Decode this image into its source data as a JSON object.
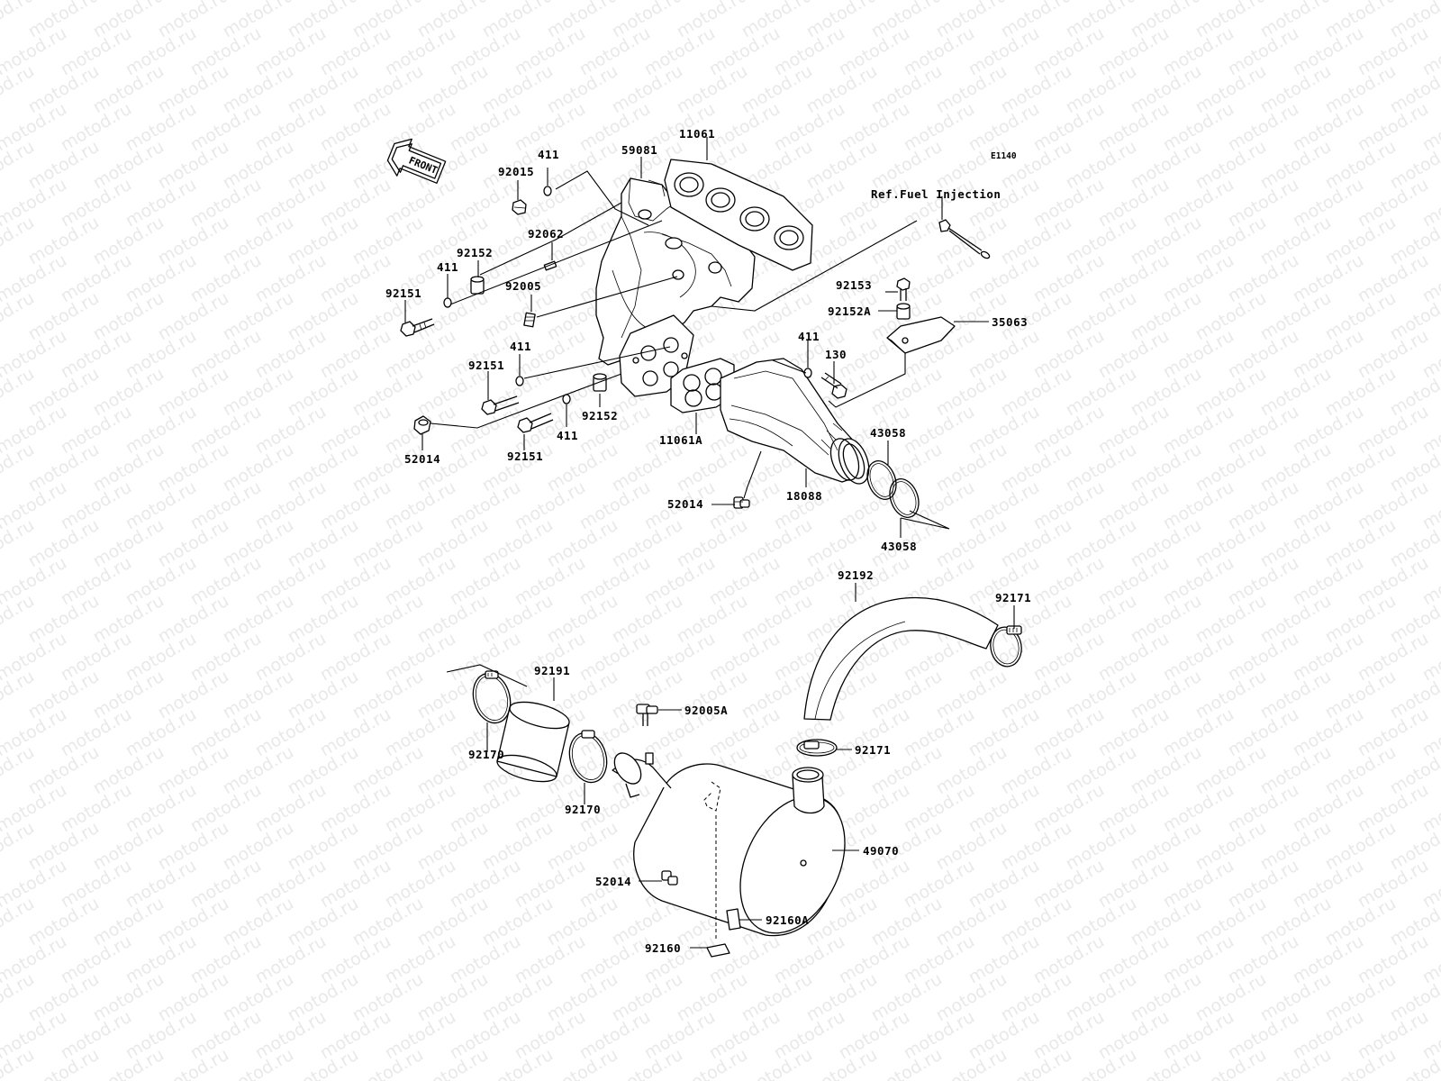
{
  "diagram_code": "E1140",
  "front_marker": "FRONT",
  "reference_note": "Ref.Fuel Injection",
  "watermark_text": "motod.ru",
  "labels": {
    "p11061": "11061",
    "p59081": "59081",
    "p411_top": "411",
    "p92015": "92015",
    "p92062": "92062",
    "p92152_top": "92152",
    "p411_left": "411",
    "p92151_left": "92151",
    "p92005": "92005",
    "p411_mid": "411",
    "p92151_mid": "92151",
    "p92152_mid": "92152",
    "p411_low": "411",
    "p52014_left": "52014",
    "p92151_low": "92151",
    "p11061a": "11061A",
    "p92153": "92153",
    "p92152a": "92152A",
    "p35063": "35063",
    "p411_right": "411",
    "p130": "130",
    "p43058_top": "43058",
    "p18088": "18088",
    "p52014_mid": "52014",
    "p43058_bot": "43058",
    "p92192": "92192",
    "p92171_top": "92171",
    "p92191": "92191",
    "p92005a": "92005A",
    "p92170_left": "92170",
    "p92171_mid": "92171",
    "p92170_mid": "92170",
    "p49070": "49070",
    "p52014_bot": "52014",
    "p92160a": "92160A",
    "p92160": "92160"
  }
}
